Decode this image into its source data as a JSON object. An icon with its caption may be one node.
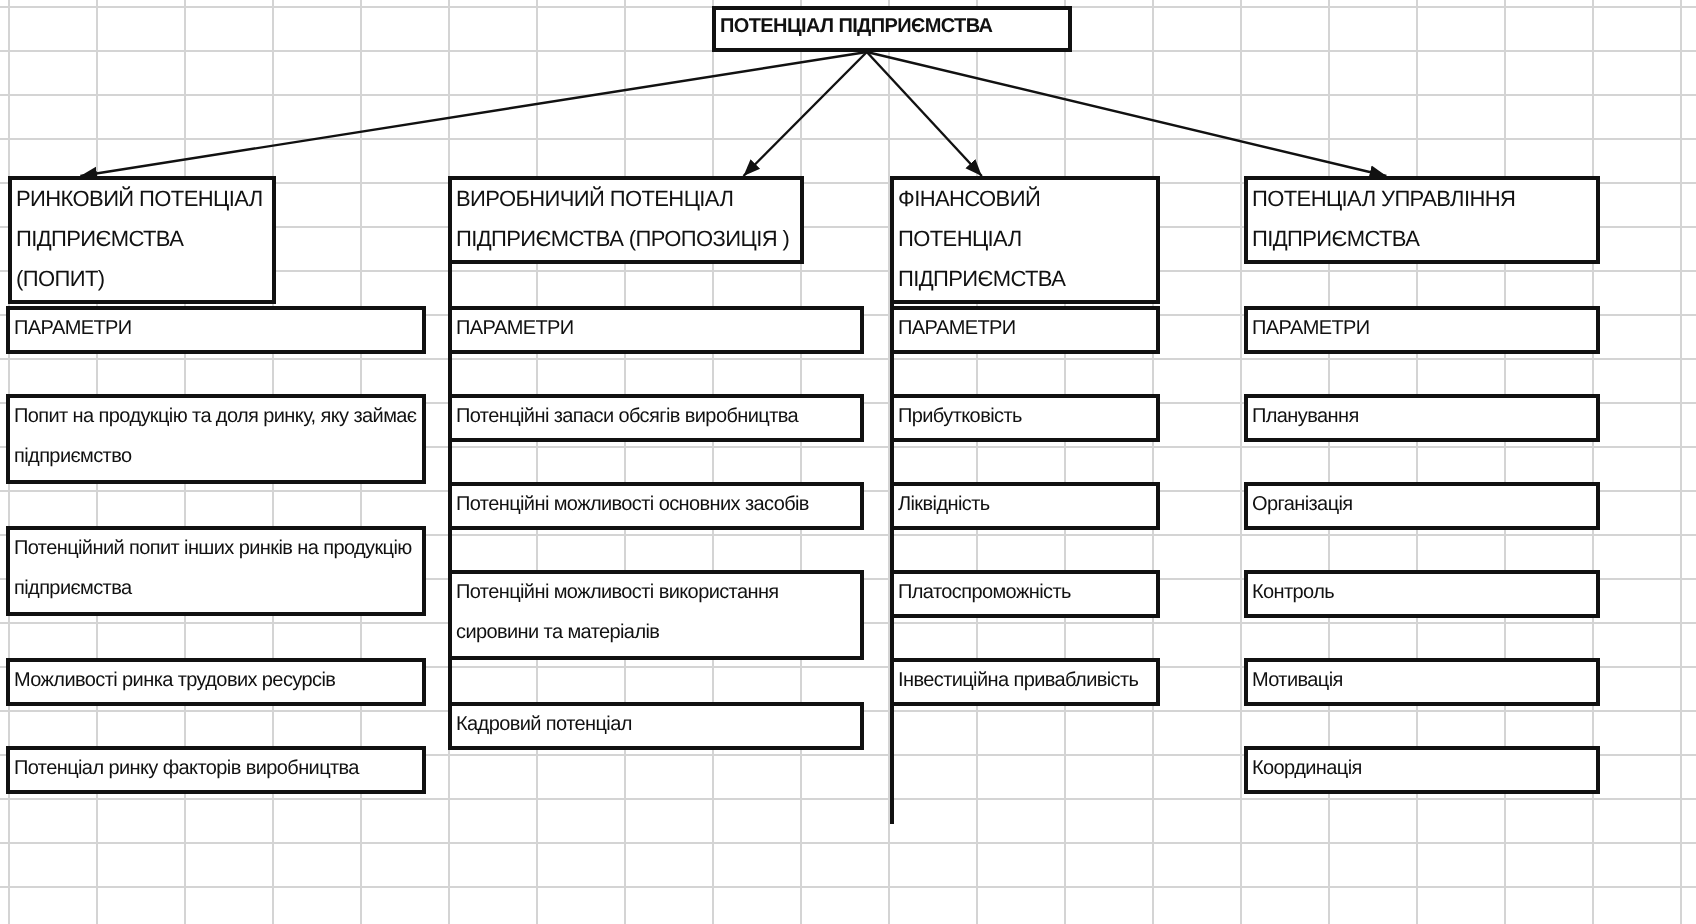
{
  "diagram": {
    "nodes": [
      {
        "text": [
          "ПОТЕНЦІАЛ ПІДПРИЄМСТВА"
        ]
      },
      {
        "text": [
          "РИНКОВИЙ ПОТЕНЦІАЛ ПІДПРИЄМСТВА (ПОПИТ)"
        ]
      },
      {
        "text": [
          "ВИРОБНИЧИЙ ПОТЕНЦІАЛ ПІДПРИЄМСТВА (ПРОПОЗИЦІЯ )"
        ]
      },
      {
        "text": [
          "ФІНАНСОВИЙ ПОТЕНЦІАЛ ПІДПРИЄМСТВА"
        ]
      },
      {
        "text": [
          "ПОТЕНЦІАЛ УПРАВЛІННЯ ПІДПРИЄМСТВА"
        ]
      },
      {
        "text": [
          "ПАРАМЕТРИ"
        ]
      },
      {
        "text": [
          "Попит на продукцію та доля ринку, яку займає підприємство"
        ]
      },
      {
        "text": [
          "Потенційний попит інших ринків на продукцію підприємства"
        ]
      },
      {
        "text": [
          "Можливості ринка трудових ресурсів"
        ]
      },
      {
        "text": [
          "Потенціал ринку факторів виробництва"
        ]
      },
      {
        "text": [
          "ПАРАМЕТРИ"
        ]
      },
      {
        "text": [
          "Потенційні запаси обсягів виробництва"
        ]
      },
      {
        "text": [
          "Потенційні можливості основних засобів"
        ]
      },
      {
        "text": [
          "Потенційні можливості використання сировини та матеріалів"
        ]
      },
      {
        "text": [
          "Кадровий потенціал"
        ]
      },
      {
        "text": [
          "ПАРАМЕТРИ"
        ]
      },
      {
        "text": [
          "Прибутковість"
        ]
      },
      {
        "text": [
          "Ліквідність"
        ]
      },
      {
        "text": [
          "Платоспроможність"
        ]
      },
      {
        "text": [
          "Інвестиційна привабливість"
        ]
      },
      {
        "text": [
          "ПАРАМЕТРИ"
        ]
      },
      {
        "text": [
          "Планування"
        ]
      },
      {
        "text": [
          "Організація"
        ]
      },
      {
        "text": [
          "Контроль"
        ]
      },
      {
        "text": [
          "Мотивація"
        ]
      },
      {
        "text": [
          "Координація"
        ]
      }
    ],
    "edges": [
      {
        "from": 0,
        "to": 1,
        "arrow": "to"
      },
      {
        "from": 0,
        "to": 2,
        "arrow": "to"
      },
      {
        "from": 0,
        "to": 3,
        "arrow": "to"
      },
      {
        "from": 0,
        "to": 4,
        "arrow": "to"
      }
    ]
  }
}
